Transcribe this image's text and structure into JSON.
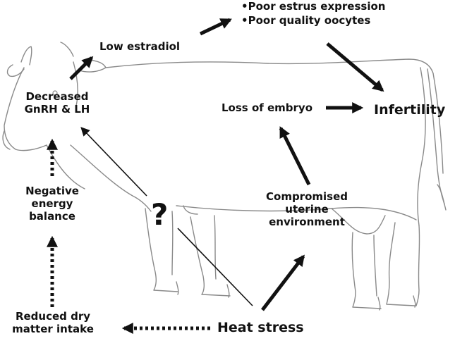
{
  "labels": {
    "poor_estrus": "•Poor estrus expression",
    "poor_oocytes": "•Poor quality oocytes",
    "low_estradiol": "Low estradiol",
    "decreased_line1": "Decreased",
    "decreased_line2": "GnRH & LH",
    "loss_of_embryo": "Loss of embryo",
    "infertility": "Infertility",
    "negative_line1": "Negative",
    "negative_line2": "energy",
    "negative_line3": "balance",
    "question": "?",
    "compromised_line1": "Compromised",
    "compromised_line2": "uterine",
    "compromised_line3": "environment",
    "reduced_line1": "Reduced dry",
    "reduced_line2": "matter intake",
    "heat_stress": "Heat stress"
  },
  "colors": {
    "ink": "#111111",
    "sketch": "#8a8a8a"
  }
}
